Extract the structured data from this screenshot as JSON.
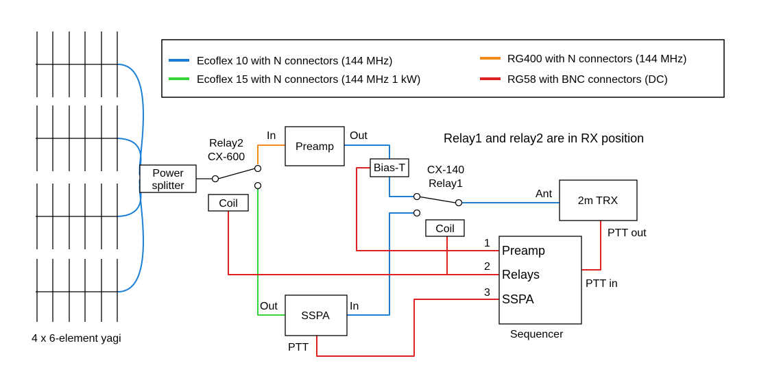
{
  "legend": {
    "items": [
      {
        "label": "Ecoflex 10 with N connectors (144 MHz)",
        "color": "#1b7fd6"
      },
      {
        "label": "Ecoflex 15 with N connectors (144 MHz 1 kW)",
        "color": "#35d43a"
      },
      {
        "label": "RG400 with N connectors (144 MHz)",
        "color": "#f28a1c"
      },
      {
        "label": "RG58 with BNC connectors (DC)",
        "color": "#e02020"
      }
    ]
  },
  "note": "Relay1 and relay2 are in RX position",
  "antenna": {
    "caption": "4 x 6-element yagi"
  },
  "splitter": {
    "line1": "Power",
    "line2": "splitter"
  },
  "relay2": {
    "name": "Relay2",
    "model": "CX-600"
  },
  "relay1": {
    "model": "CX-140",
    "name": "Relay1"
  },
  "coil_left": "Coil",
  "coil_right": "Coil",
  "preamp": {
    "label": "Preamp",
    "in": "In",
    "out": "Out"
  },
  "biast": "Bias-T",
  "trx": {
    "label": "2m TRX",
    "ant": "Ant",
    "ptt_out": "PTT out"
  },
  "sspa": {
    "label": "SSPA",
    "out": "Out",
    "in": "In",
    "ptt": "PTT"
  },
  "sequencer": {
    "caption": "Sequencer",
    "ptt_in": "PTT in",
    "ports": [
      {
        "num": "1",
        "label": "Preamp"
      },
      {
        "num": "2",
        "label": "Relays"
      },
      {
        "num": "3",
        "label": "SSPA"
      }
    ]
  }
}
